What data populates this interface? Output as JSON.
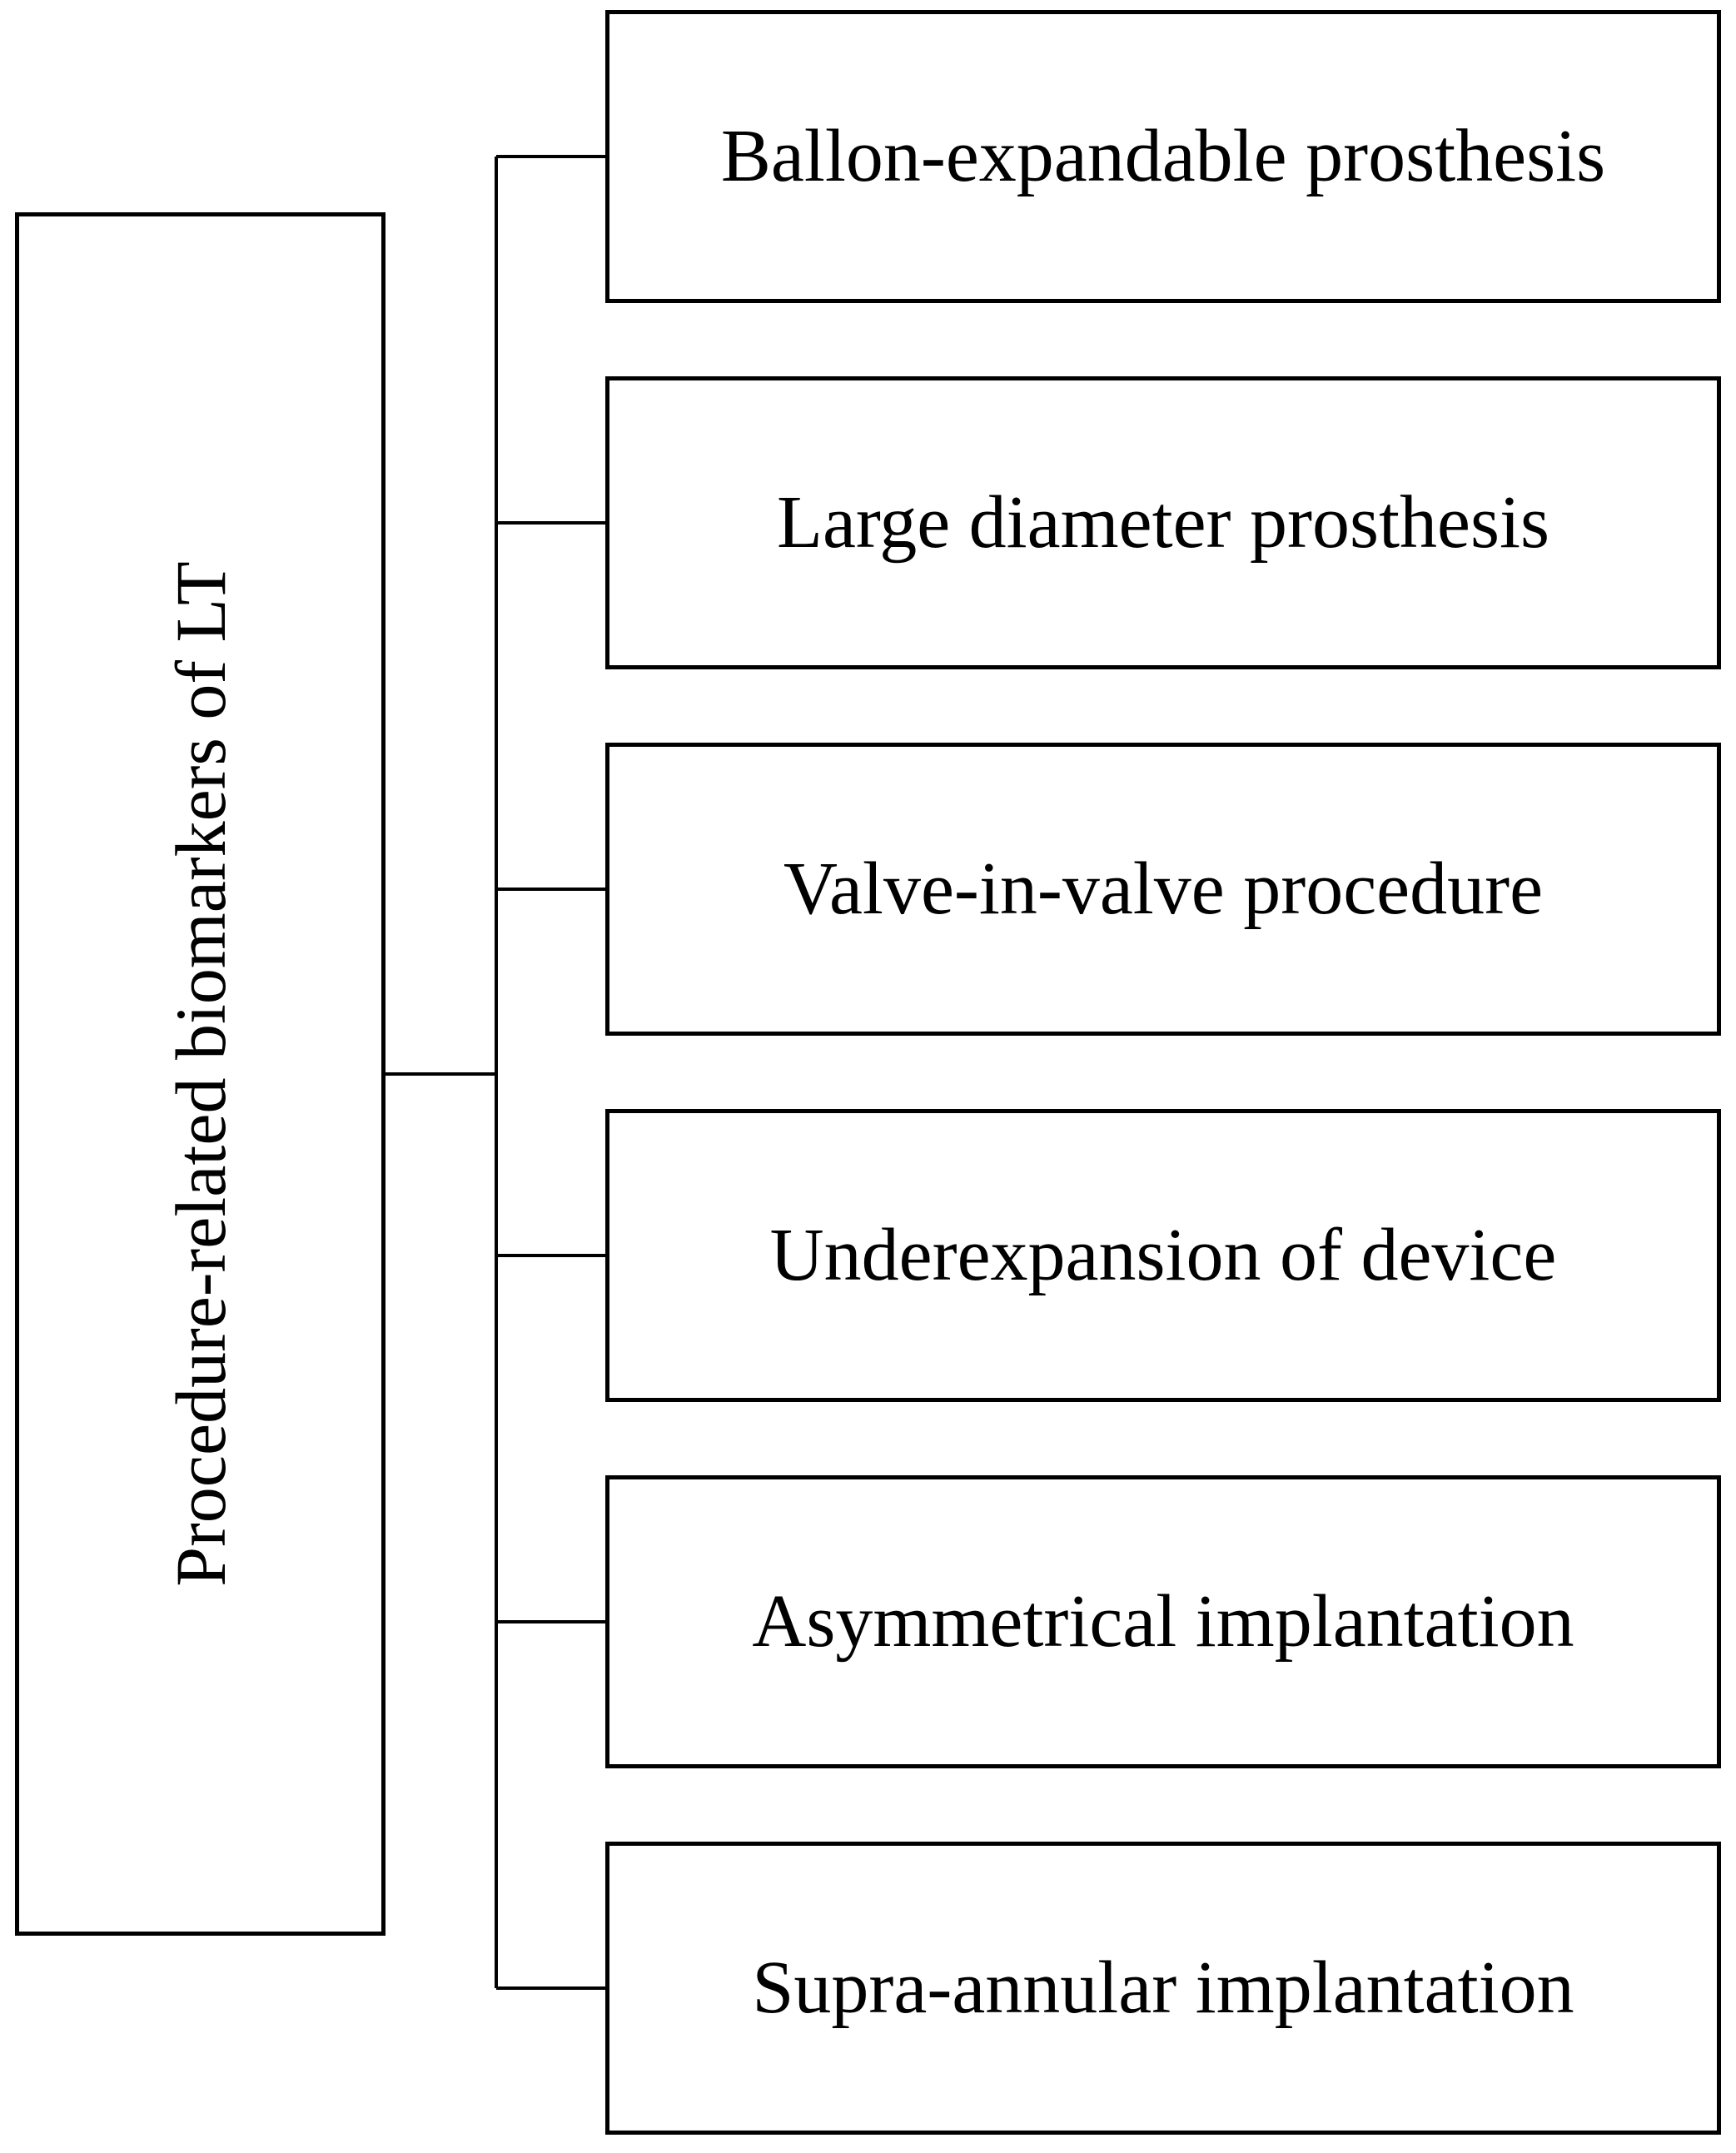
{
  "root": {
    "label": "Procedure-related biomarkers of LT"
  },
  "items": [
    {
      "label": "Ballon-expandable prosthesis"
    },
    {
      "label": "Large diameter prosthesis"
    },
    {
      "label": "Valve-in-valve procedure"
    },
    {
      "label": "Underexpansion of device"
    },
    {
      "label": "Asymmetrical implantation"
    },
    {
      "label": "Supra-annular implantation"
    }
  ]
}
